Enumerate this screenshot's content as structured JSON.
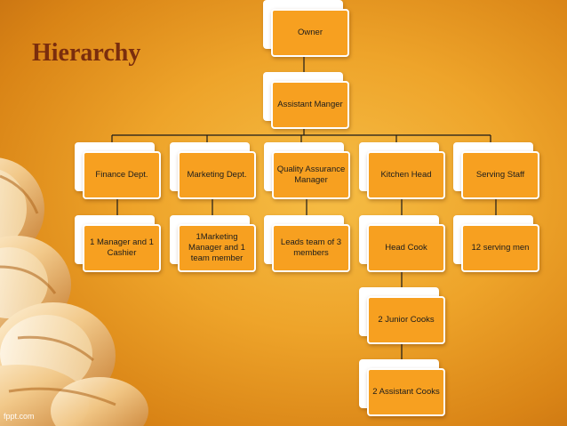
{
  "slide": {
    "title": "Hierarchy",
    "watermark": "fppt.com"
  },
  "colors": {
    "background": "#eea42a",
    "node_fill": "#f7a020",
    "node_border": "#ffffff",
    "connector": "#1a1a1a",
    "title": "#7a2d0d"
  },
  "org_chart": {
    "owner": "Owner",
    "assistant_manager": "Assistant Manger",
    "departments": [
      {
        "head": "Finance Dept.",
        "staff": [
          "1 Manager and 1 Cashier"
        ]
      },
      {
        "head": "Marketing Dept.",
        "staff": [
          "1Marketing Manager and 1 team member"
        ]
      },
      {
        "head": "Quality Assurance Manager",
        "staff": [
          "Leads team of 3 members"
        ]
      },
      {
        "head": "Kitchen Head",
        "staff": [
          "Head Cook",
          "2 Junior Cooks",
          "2 Assistant Cooks"
        ]
      },
      {
        "head": "Serving Staff",
        "staff": [
          "12 serving men"
        ]
      }
    ]
  }
}
